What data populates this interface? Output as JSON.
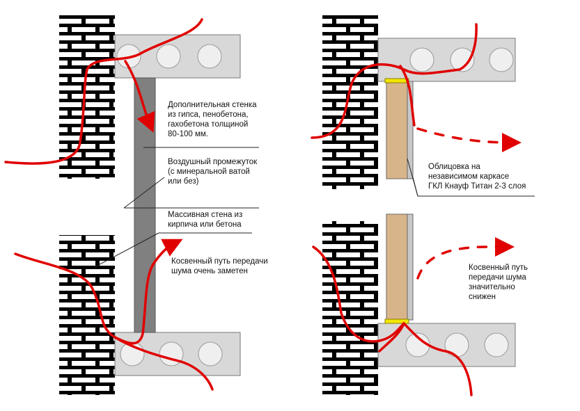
{
  "left_panel": {
    "label_extra_wall": [
      "Дополнительная стенка",
      "из гипса, пенобетона,",
      "гахобетона толщиной",
      "80-100 мм."
    ],
    "label_air_gap": [
      "Воздушный промежуток",
      "(с минеральной ватой",
      "или без)"
    ],
    "label_massive_wall": [
      "Массивная стена из",
      "кирпича или бетона"
    ],
    "label_indirect_path": [
      "Косвенный путь передачи",
      "шума очень заметен"
    ]
  },
  "right_panel": {
    "label_cladding": [
      "Облицовка на",
      "независимом каркасе",
      "ГКЛ  Кнауф Титан 2-3 слоя"
    ],
    "label_indirect_path": [
      "Косвенный путь",
      "передачи шума",
      "значительно",
      "снижен"
    ]
  },
  "colors": {
    "brick_fill": "#ffffff",
    "mortar": "#000000",
    "slab": "#d8d8d8",
    "gypsum_wall": "#808080",
    "osb_board": "#d8b48a",
    "gasket": "#f2e600",
    "noise_path": "#e00000"
  }
}
